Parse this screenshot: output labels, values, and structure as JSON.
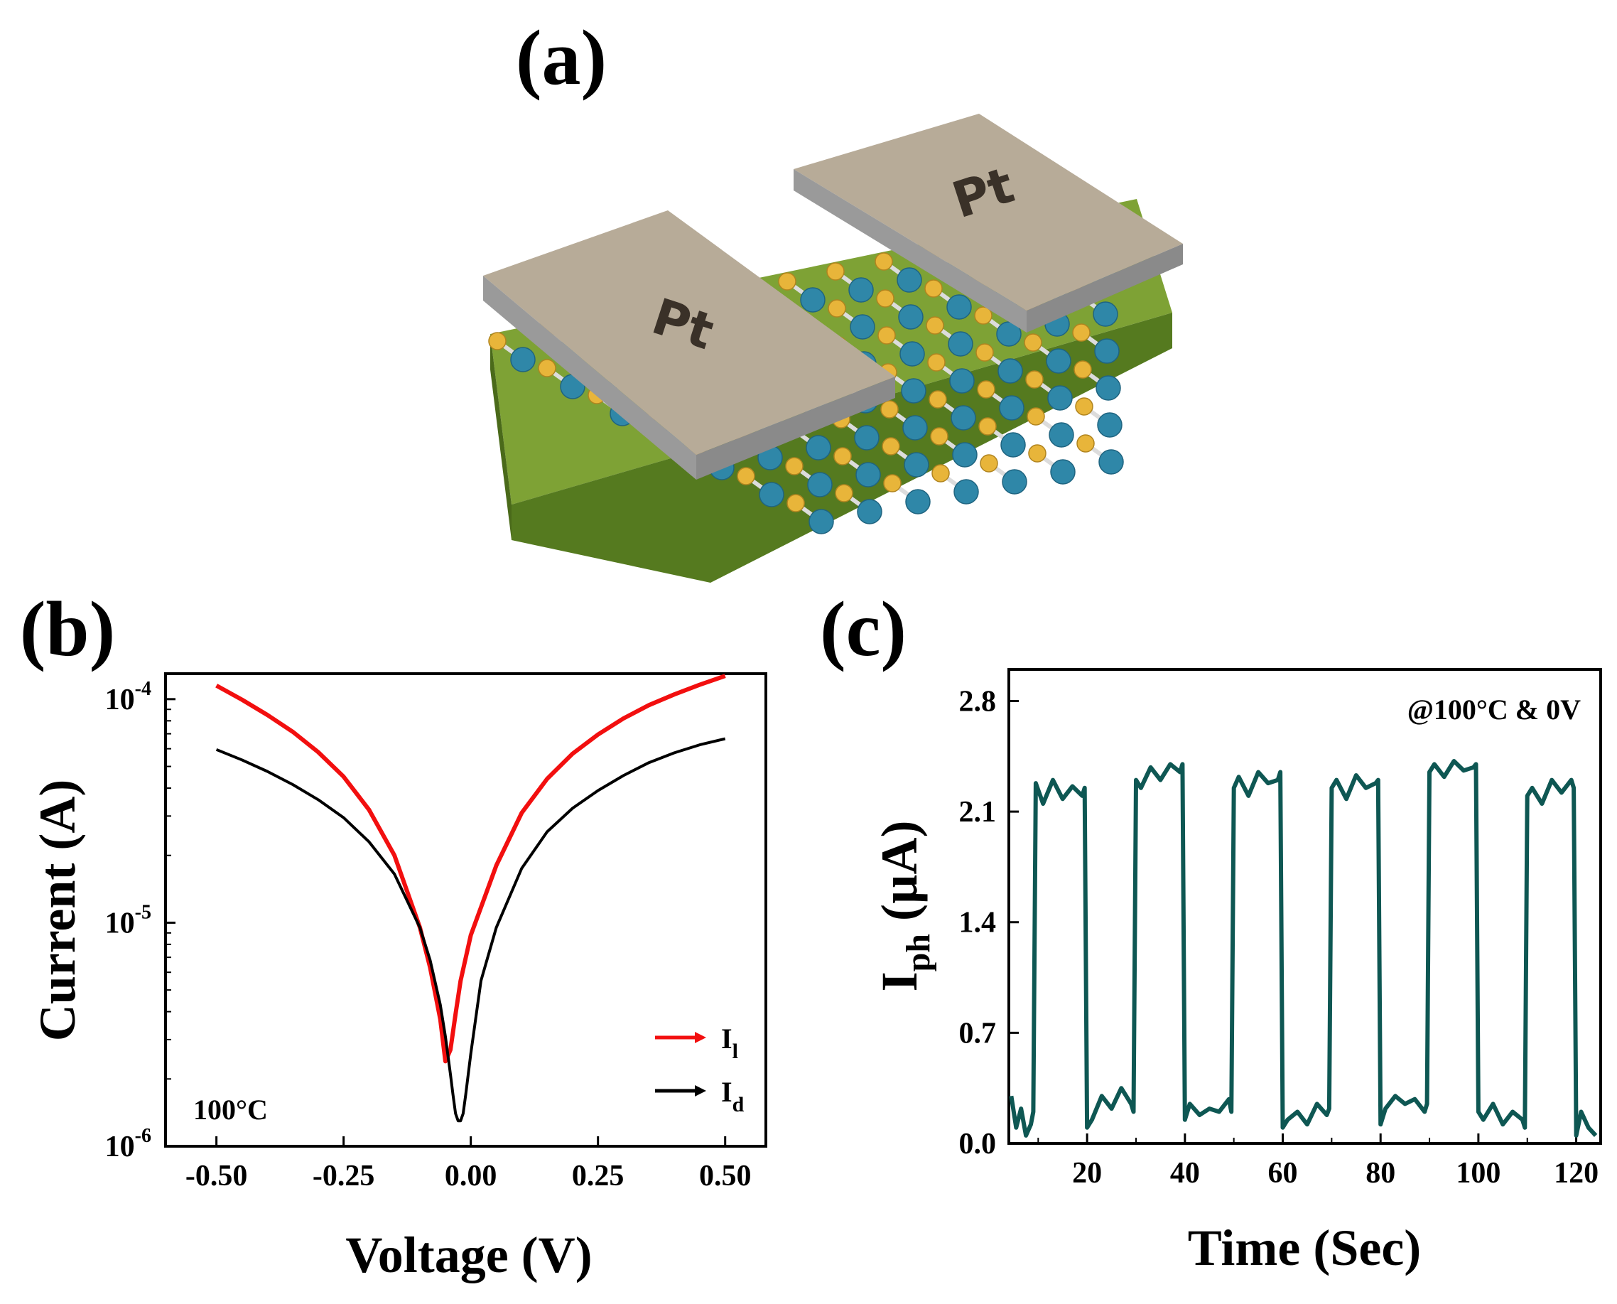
{
  "panels": {
    "a": {
      "label": "(a)",
      "electrode_left": "Pt",
      "electrode_right": "Pt"
    },
    "b": {
      "label": "(b)",
      "annotation": "100°C"
    },
    "c": {
      "label": "(c)",
      "annotation": "@100°C & 0V"
    }
  },
  "colors": {
    "light": "#f20f0f",
    "dark": "#000000",
    "photocurrent": "#0e5753",
    "electrode_top": "#b7ab98",
    "electrode_side": "#8a8a8a",
    "substrate_top": "#7ea235",
    "substrate_side": "#557a1f",
    "atom_gold": "#e8b53a",
    "atom_blue": "#2f87a8"
  },
  "chart_data": [
    {
      "id": "b",
      "type": "line",
      "title": "",
      "xlabel": "Voltage (V)",
      "ylabel": "Current (A)",
      "xlim": [
        -0.6,
        0.58
      ],
      "ylim": [
        1e-06,
        0.00013
      ],
      "yscale": "log",
      "xticks": [
        -0.5,
        -0.25,
        0.0,
        0.25,
        0.5
      ],
      "xtick_labels": [
        "-0.50",
        "-0.25",
        "0.00",
        "0.25",
        "0.50"
      ],
      "yticks": [
        1e-06,
        1e-05,
        0.0001
      ],
      "ytick_labels": [
        {
          "base": "10",
          "exp": "-6"
        },
        {
          "base": "10",
          "exp": "-5"
        },
        {
          "base": "10",
          "exp": "-4"
        }
      ],
      "legend_position": "bottom-right",
      "series": [
        {
          "name": "I_l",
          "legend_main": "I",
          "legend_sub": "l",
          "color": "#f20f0f",
          "x": [
            -0.5,
            -0.45,
            -0.4,
            -0.35,
            -0.3,
            -0.25,
            -0.2,
            -0.15,
            -0.1,
            -0.08,
            -0.06,
            -0.05,
            -0.04,
            -0.03,
            -0.02,
            0.0,
            0.05,
            0.1,
            0.15,
            0.2,
            0.25,
            0.3,
            0.35,
            0.4,
            0.45,
            0.5
          ],
          "y": [
            0.000115,
            9.95e-05,
            8.5e-05,
            7.15e-05,
            5.8e-05,
            4.5e-05,
            3.2e-05,
            2e-05,
            9.5e-06,
            6.3e-06,
            3.7e-06,
            2.4e-06,
            2.7e-06,
            3.9e-06,
            5.5e-06,
            8.8e-06,
            1.8e-05,
            3.1e-05,
            4.4e-05,
            5.7e-05,
            6.95e-05,
            8.2e-05,
            9.4e-05,
            0.000105,
            0.000116,
            0.000127
          ]
        },
        {
          "name": "I_d",
          "legend_main": "I",
          "legend_sub": "d",
          "color": "#000000",
          "x": [
            -0.5,
            -0.45,
            -0.4,
            -0.35,
            -0.3,
            -0.25,
            -0.2,
            -0.15,
            -0.1,
            -0.08,
            -0.06,
            -0.05,
            -0.04,
            -0.035,
            -0.03,
            -0.025,
            -0.02,
            -0.015,
            -0.01,
            0.0,
            0.02,
            0.05,
            0.1,
            0.15,
            0.2,
            0.25,
            0.3,
            0.35,
            0.4,
            0.45,
            0.5
          ],
          "y": [
            5.95e-05,
            5.35e-05,
            4.75e-05,
            4.15e-05,
            3.55e-05,
            2.95e-05,
            2.3e-05,
            1.65e-05,
            9.5e-06,
            6.8e-06,
            4.3e-06,
            3.1e-06,
            2.1e-06,
            1.7e-06,
            1.4e-06,
            1.3e-06,
            1.3e-06,
            1.4e-06,
            1.7e-06,
            2.6e-06,
            5.5e-06,
            9.5e-06,
            1.75e-05,
            2.55e-05,
            3.25e-05,
            3.9e-05,
            4.55e-05,
            5.2e-05,
            5.75e-05,
            6.25e-05,
            6.65e-05
          ]
        }
      ]
    },
    {
      "id": "c",
      "type": "line",
      "title": "",
      "xlabel": "Time (Sec)",
      "ylabel_main": "I",
      "ylabel_sub": "ph",
      "ylabel_unit": " (µA)",
      "xlim": [
        4,
        125
      ],
      "ylim": [
        0,
        3.0
      ],
      "xticks": [
        20,
        40,
        60,
        80,
        100,
        120
      ],
      "xtick_labels": [
        "20",
        "40",
        "60",
        "80",
        "100",
        "120"
      ],
      "yticks": [
        0.0,
        0.7,
        1.4,
        2.1,
        2.8
      ],
      "ytick_labels": [
        "0.0",
        "0.7",
        "1.4",
        "2.1",
        "2.8"
      ],
      "series": [
        {
          "name": "",
          "color": "#0e5753",
          "x": [
            4.5,
            5.5,
            6.5,
            7.5,
            8.5,
            9.0,
            9.5,
            11,
            13,
            15,
            17,
            19,
            19.5,
            20.0,
            21,
            23,
            25,
            27,
            29,
            29.5,
            30.0,
            31,
            33,
            35,
            37,
            39,
            39.5,
            40.0,
            41,
            43,
            45,
            47,
            49,
            49.5,
            50.0,
            51,
            53,
            55,
            57,
            59,
            59.5,
            60.0,
            61,
            63,
            65,
            67,
            69,
            69.5,
            70.0,
            71,
            73,
            75,
            77,
            79,
            79.5,
            80.0,
            81,
            83,
            85,
            87,
            89,
            89.5,
            90.0,
            91,
            93,
            95,
            97,
            99,
            99.5,
            100.0,
            101,
            103,
            105,
            107,
            109,
            109.5,
            110.0,
            111,
            113,
            115,
            117,
            119,
            119.5,
            120.0,
            121,
            122.5,
            124
          ],
          "y": [
            0.3,
            0.1,
            0.22,
            0.05,
            0.12,
            0.2,
            2.28,
            2.15,
            2.3,
            2.18,
            2.26,
            2.2,
            2.25,
            0.1,
            0.15,
            0.3,
            0.22,
            0.35,
            0.25,
            0.2,
            2.3,
            2.25,
            2.38,
            2.3,
            2.4,
            2.35,
            2.4,
            0.15,
            0.25,
            0.18,
            0.22,
            0.2,
            0.28,
            0.2,
            2.25,
            2.32,
            2.2,
            2.35,
            2.28,
            2.3,
            2.35,
            0.1,
            0.15,
            0.2,
            0.12,
            0.25,
            0.18,
            0.22,
            2.25,
            2.3,
            2.18,
            2.33,
            2.25,
            2.28,
            2.3,
            0.12,
            0.22,
            0.3,
            0.25,
            0.28,
            0.2,
            0.25,
            2.35,
            2.4,
            2.32,
            2.42,
            2.36,
            2.38,
            2.4,
            0.2,
            0.15,
            0.25,
            0.12,
            0.2,
            0.15,
            0.1,
            2.2,
            2.25,
            2.15,
            2.3,
            2.22,
            2.3,
            2.25,
            0.05,
            0.2,
            0.1,
            0.05
          ]
        }
      ]
    }
  ]
}
